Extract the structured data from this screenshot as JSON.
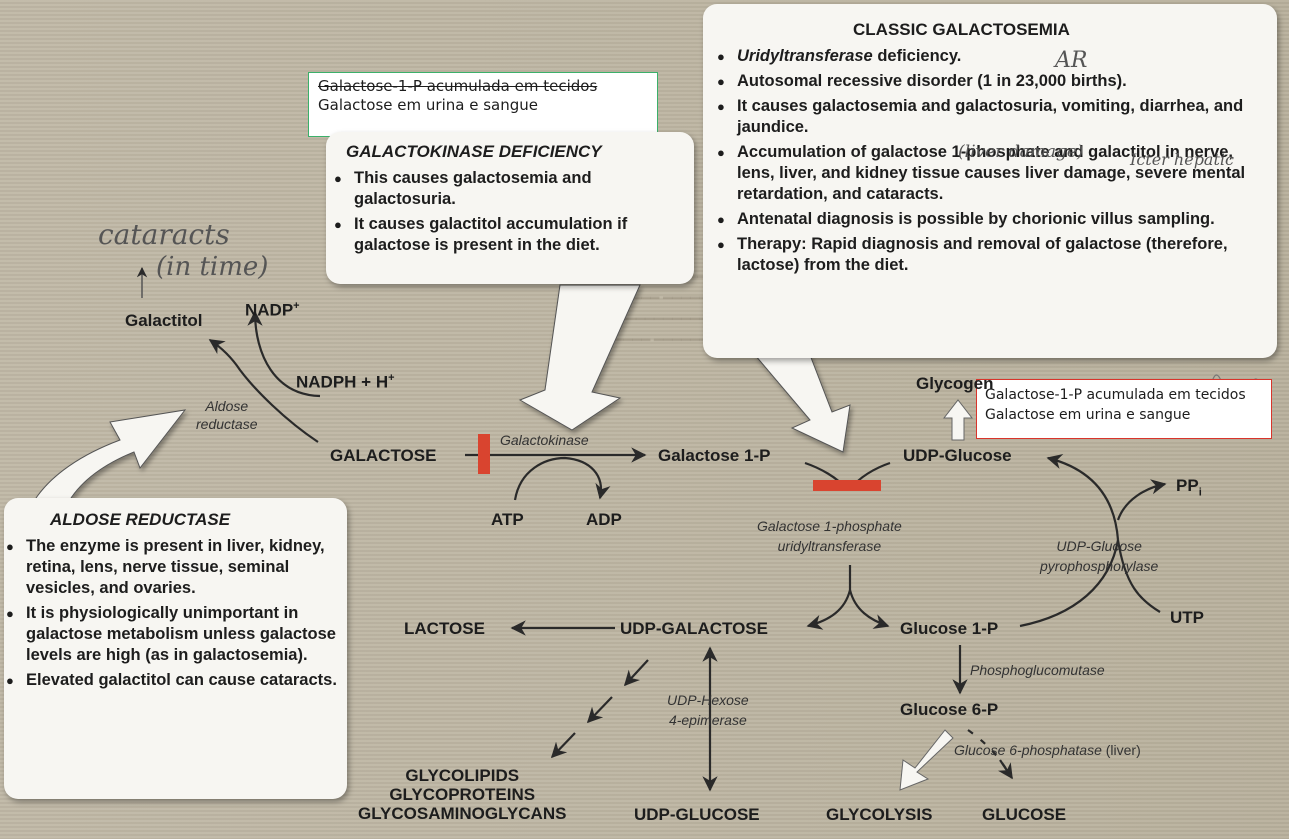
{
  "annotations": {
    "green_box": {
      "line1_struck": "Galactose-1-P acumulada em tecidos",
      "line2": "Galactose em urina e sangue",
      "border_color": "#3bb06a"
    },
    "red_box": {
      "line1": "Galactose-1-P acumulada em tecidos",
      "line2": "Galactose em urina e sangue",
      "border_color": "#d9342b"
    }
  },
  "galactokinase_deficiency": {
    "title": "GALACTOKINASE DEFICIENCY",
    "bullets": [
      "This causes galactosemia and galactosuria.",
      "It causes galactitol accumulation if galactose is present in the diet."
    ]
  },
  "classic_galactosemia": {
    "title": "CLASSIC GALACTOSEMIA",
    "bullet1_italic": "Uridyltransferase",
    "bullet1_rest": " deficiency.",
    "bullets": [
      "Autosomal recessive disorder (1 in 23,000 births).",
      "It causes galactosemia and galactosuria, vomiting, diarrhea, and jaundice.",
      "Accumulation of galactose 1-phosphate and galactitol in nerve, lens, liver, and kidney tissue causes liver damage, severe mental retardation, and cataracts.",
      "Antenatal diagnosis is possible by chorionic villus sampling.",
      "Therapy: Rapid diagnosis and removal of galactose (therefore, lactose) from the diet."
    ]
  },
  "aldose_reductase_box": {
    "title": "ALDOSE REDUCTASE",
    "bullets": [
      "The enzyme is present in liver, kidney, retina, lens, nerve tissue, seminal vesicles, and ovaries.",
      "It is physiologically unimportant in galactose metabolism unless galactose levels are high (as in galactosemia).",
      "Elevated galactitol can cause cataracts."
    ]
  },
  "handwriting": {
    "cataracts": "cataracts",
    "in_time": "(in time)",
    "liver_damage": "(liver damage)",
    "icter_hepatic": "Icter hepatic",
    "ar": "AR"
  },
  "nodes": {
    "galactitol": "Galactitol",
    "nadp": "NADP",
    "nadp_sup": "+",
    "nadph": "NADPH + H",
    "nadph_sup": "+",
    "galactose": "GALACTOSE",
    "galactose_1p": "Galactose 1-P",
    "atp": "ATP",
    "adp": "ADP",
    "udp_glucose": "UDP-Glucose",
    "glycogen": "Glycogen",
    "pp": "PP",
    "pp_sub": "i",
    "utp": "UTP",
    "lactose": "LACTOSE",
    "udp_galactose": "UDP-GALACTOSE",
    "glucose_1p": "Glucose 1-P",
    "glucose_6p": "Glucose 6-P",
    "glycolipids": "GLYCOLIPIDS",
    "glycoproteins": "GLYCOPROTEINS",
    "glycosaminoglycans": "GLYCOSAMINOGLYCANS",
    "udp_glucose_bottom": "UDP-GLUCOSE",
    "glycolysis": "GLYCOLYSIS",
    "glucose": "GLUCOSE"
  },
  "enzymes": {
    "aldose_reductase_1": "Aldose",
    "aldose_reductase_2": "reductase",
    "galactokinase": "Galactokinase",
    "uridyltransferase_1": "Galactose 1-phosphate",
    "uridyltransferase_2": "uridyltransferase",
    "udp_glucose_pyro_1": "UDP-Glucose",
    "udp_glucose_pyro_2": "pyrophosphorylase",
    "udp_hexose_1": "UDP-Hexose",
    "udp_hexose_2": "4-epimerase",
    "phosphoglucomutase": "Phosphoglucomutase",
    "glucose_6_phosphatase": "Glucose 6-phosphatase",
    "liver_note": " (liver)"
  },
  "colors": {
    "block_bar": "#d9442f",
    "callout_bg": "#f7f6f2",
    "page_bg": "#bcb4a1"
  }
}
